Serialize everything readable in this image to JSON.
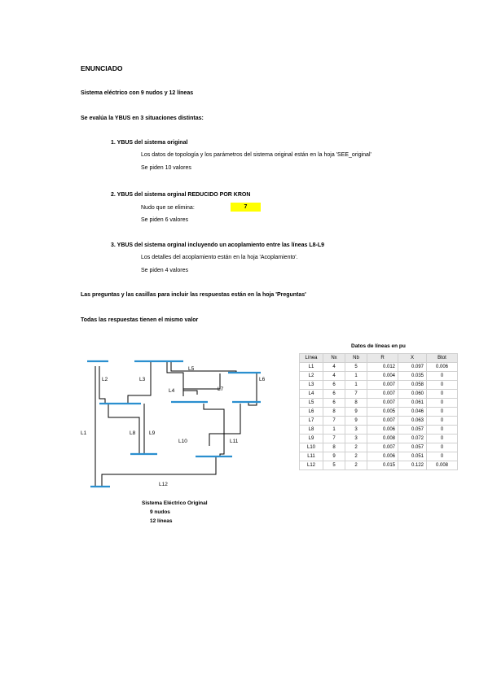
{
  "doc": {
    "heading": "ENUNCIADO",
    "intro1": "Sistema eléctrico con 9 nudos y 12 líneas",
    "intro2": "Se evalúa la YBUS en 3 situaciones distintas:",
    "s1_title": "1. YBUS del sistema original",
    "s1_l1": "Los datos de topología y los parámetros del sistema original están en la hoja 'SEE_original'",
    "s1_l2": "Se piden 10 valores",
    "s2_title": "2. YBUS del sistema orginal REDUCIDO POR KRON",
    "s2_l1": "Nudo que se elimina:",
    "s2_value": "7",
    "s2_l2": "Se piden 6 valores",
    "s3_title": "3. YBUS del sistema orginal incluyendo un acoplamiento entre las líneas L8-L9",
    "s3_l1": "Los detalles del acoplamiento están en la hoja 'Acoplamiento'.",
    "s3_l2": "Se piden 4 valores",
    "note1": "Las preguntas y las casillas para incluir las respuestas están en la hoja 'Preguntas'",
    "note2": "Todas las respuestas tienen el mismo valor"
  },
  "table": {
    "title": "Datos de líneas en pu",
    "headers": [
      "Línea",
      "Nx",
      "Nb",
      "R",
      "X",
      "Btot"
    ],
    "rows": [
      [
        "L1",
        "4",
        "5",
        "0.012",
        "0.097",
        "0.006"
      ],
      [
        "L2",
        "4",
        "1",
        "0.004",
        "0.035",
        "0"
      ],
      [
        "L3",
        "6",
        "1",
        "0.007",
        "0.058",
        "0"
      ],
      [
        "L4",
        "6",
        "7",
        "0.007",
        "0.060",
        "0"
      ],
      [
        "L5",
        "6",
        "8",
        "0.007",
        "0.061",
        "0"
      ],
      [
        "L6",
        "8",
        "9",
        "0.005",
        "0.046",
        "0"
      ],
      [
        "L7",
        "7",
        "9",
        "0.007",
        "0.063",
        "0"
      ],
      [
        "L8",
        "1",
        "3",
        "0.006",
        "0.057",
        "0"
      ],
      [
        "L9",
        "7",
        "3",
        "0.008",
        "0.072",
        "0"
      ],
      [
        "L10",
        "8",
        "2",
        "0.007",
        "0.057",
        "0"
      ],
      [
        "L11",
        "9",
        "2",
        "0.006",
        "0.051",
        "0"
      ],
      [
        "L12",
        "5",
        "2",
        "0.015",
        "0.122",
        "0.008"
      ]
    ]
  },
  "diagram": {
    "labels": [
      "L1",
      "L2",
      "L3",
      "L4",
      "L5",
      "L6",
      "L7",
      "L8",
      "L9",
      "L10",
      "L11",
      "L12"
    ],
    "caption1": "Sistema Eléctrico Original",
    "caption2": "9 nudos",
    "caption3": "12 líneas"
  }
}
